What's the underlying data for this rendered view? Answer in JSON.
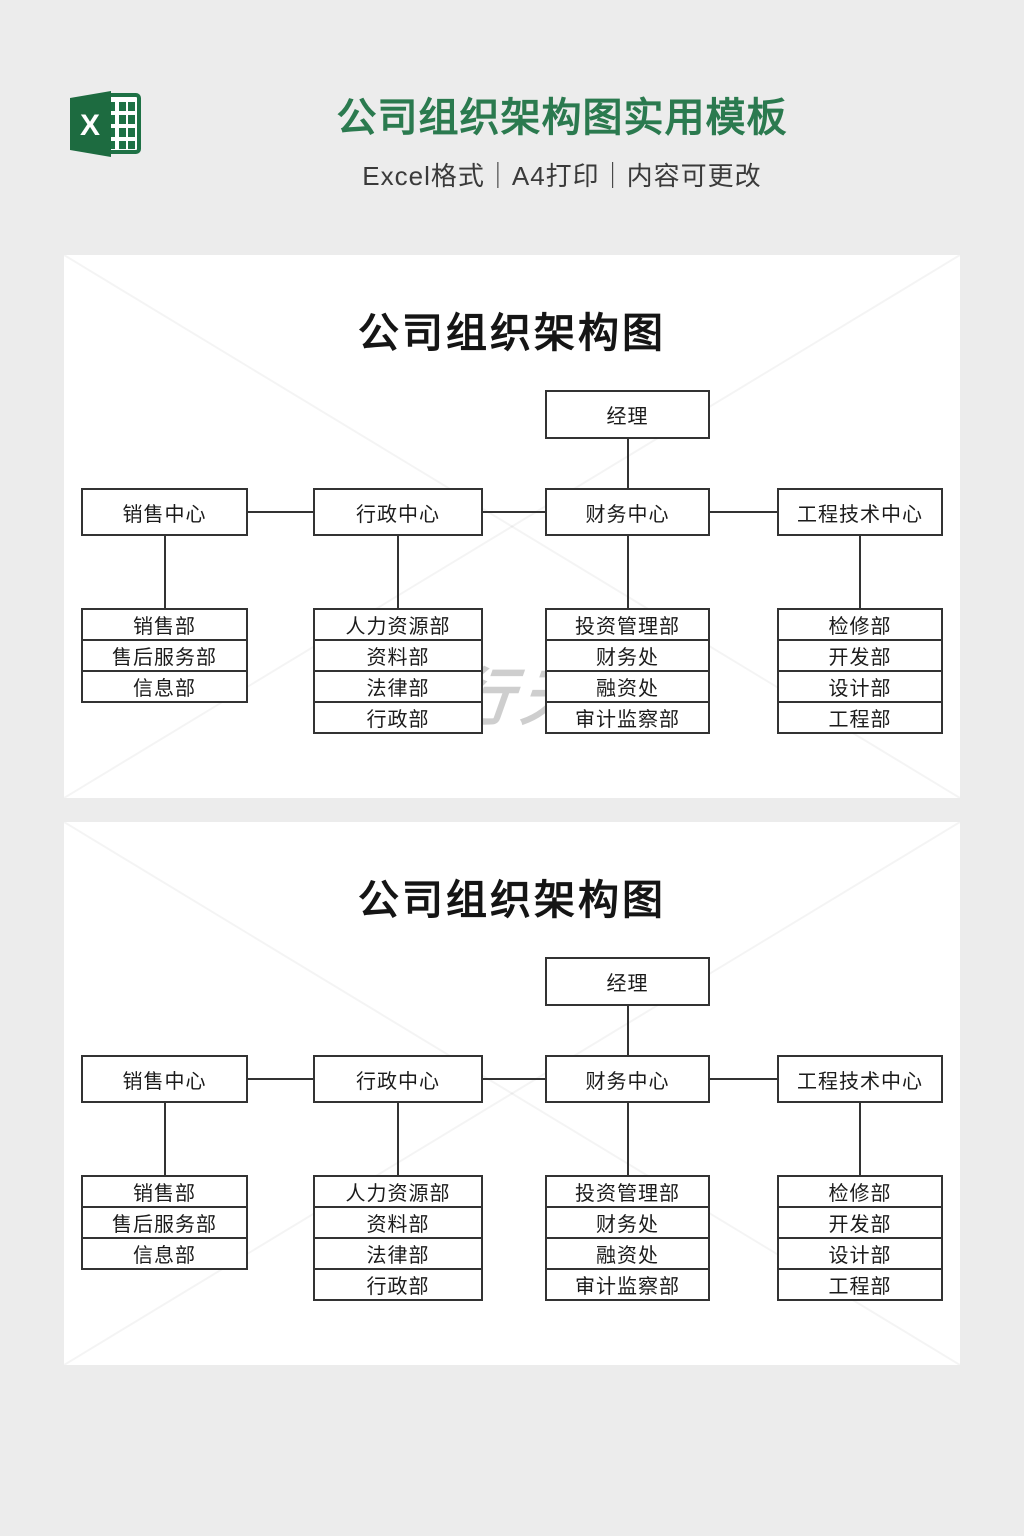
{
  "header": {
    "title": "公司组织架构图实用模板",
    "subtitle": "Excel格式｜A4打印｜内容可更改",
    "title_color": "#2b7a4f",
    "excel_letter": "X"
  },
  "org_chart": {
    "title": "公司组织架构图",
    "root_label": "经理",
    "root_connects_to": "财务中心",
    "centers": [
      {
        "label": "销售中心",
        "departments": [
          "销售部",
          "售后服务部",
          "信息部"
        ]
      },
      {
        "label": "行政中心",
        "departments": [
          "人力资源部",
          "资料部",
          "法律部",
          "行政部"
        ]
      },
      {
        "label": "财务中心",
        "departments": [
          "投资管理部",
          "财务处",
          "融资处",
          "审计监察部"
        ]
      },
      {
        "label": "工程技术中心",
        "departments": [
          "检修部",
          "开发部",
          "设计部",
          "工程部"
        ]
      }
    ]
  },
  "watermark": {
    "text": "图行天下"
  },
  "panels": [
    {
      "name": "org-chart-panel-1",
      "show_text_watermark": true
    },
    {
      "name": "org-chart-panel-2",
      "show_text_watermark": false
    }
  ],
  "colors": {
    "page_bg": "#ececec",
    "panel_bg": "#ffffff",
    "line": "#333333",
    "chart_title": "#151515",
    "excel_green_dark": "#1d6b40",
    "excel_green": "#1e7145"
  }
}
